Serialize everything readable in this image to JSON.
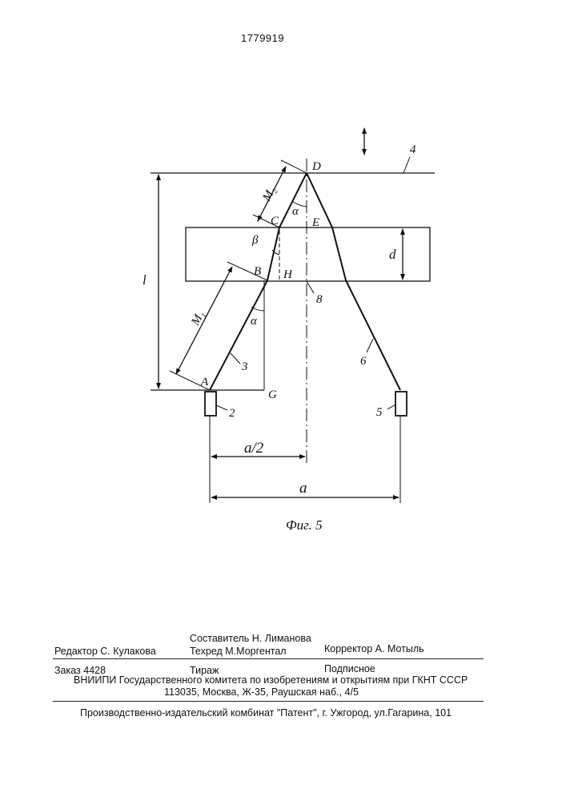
{
  "patent_number": "1779919",
  "figure": {
    "caption": "Фиг. 5",
    "labels": {
      "D": "D",
      "C": "C",
      "E": "E",
      "B": "B",
      "H": "H",
      "A": "A",
      "G": "G",
      "alpha_top": "α",
      "alpha_bottom": "α",
      "beta": "β",
      "M1": "M₁",
      "M2": "M₂",
      "l": "l",
      "d": "d",
      "a_half": "a/2",
      "a": "a",
      "n2": "2",
      "n3": "3",
      "n4": "4",
      "n5": "5",
      "n6": "6",
      "n8": "8"
    }
  },
  "credits": {
    "compiler": "Составитель  Н. Лиманова",
    "editor": "Редактор  С. Кулакова",
    "techred": "Техред М.Моргентал",
    "corrector": "Корректор  А. Мотыль",
    "order": "Заказ  4428",
    "circulation": "Тираж",
    "subscription": "Подписное",
    "org": "ВНИИПИ Государственного комитета по изобретениям и открытиям при ГКНТ СССР",
    "address": "113035, Москва, Ж-35, Раушская наб., 4/5",
    "publisher": "Производственно-издательский комбинат \"Патент\", г. Ужгород, ул.Гагарина, 101"
  }
}
